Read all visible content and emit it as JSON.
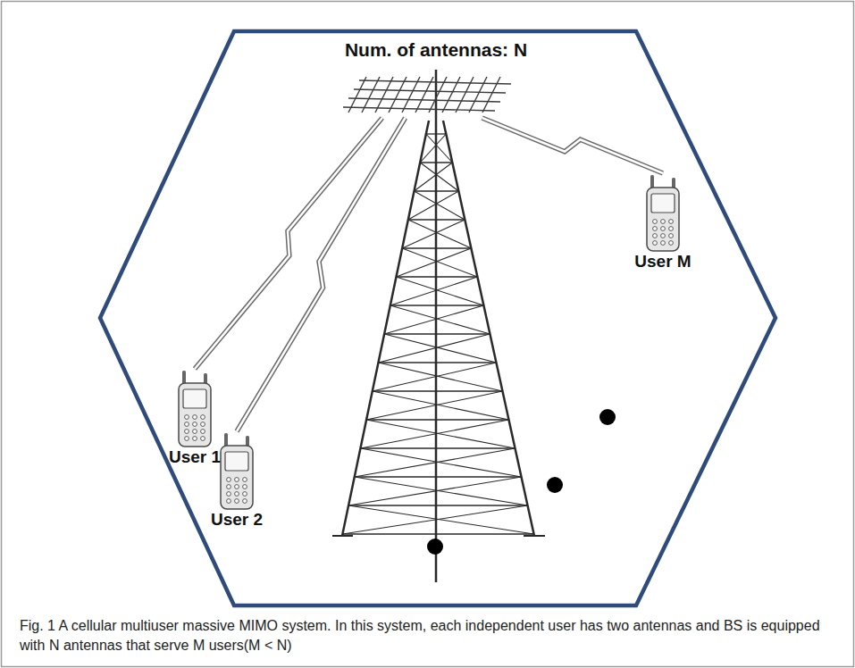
{
  "diagram": {
    "caption": "Fig. 1 A cellular multiuser massive MIMO system. In this system, each independent user has two antennas and BS is equipped with N antennas that serve M users(M < N)",
    "nodes": [
      {
        "text": [
          "Num. of antennas: N"
        ]
      },
      {
        "text": [
          "User 1"
        ]
      },
      {
        "text": [
          "User 2"
        ]
      },
      {
        "text": [
          "User M"
        ]
      }
    ],
    "edges": [
      {
        "from": 0,
        "to": 1,
        "arrow": "none"
      },
      {
        "from": 0,
        "to": 2,
        "arrow": "none"
      },
      {
        "from": 0,
        "to": 3,
        "arrow": "none"
      }
    ]
  }
}
